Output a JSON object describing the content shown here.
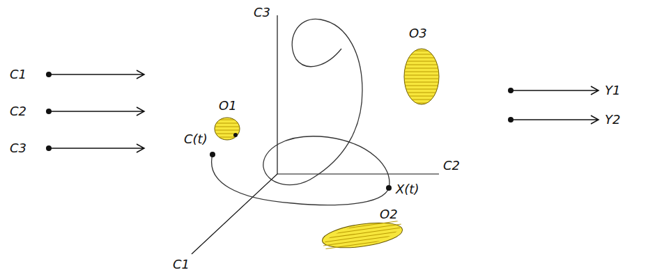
{
  "diagram": {
    "nodes": [
      {
        "text": [
          "O1"
        ]
      },
      {
        "text": [
          "O3"
        ]
      },
      {
        "text": [
          "O2"
        ]
      }
    ],
    "labels": [
      "C1",
      "C2",
      "C3",
      "C3",
      "C2",
      "C1",
      "C(t)",
      "X(t)",
      "Y1",
      "Y2"
    ]
  }
}
